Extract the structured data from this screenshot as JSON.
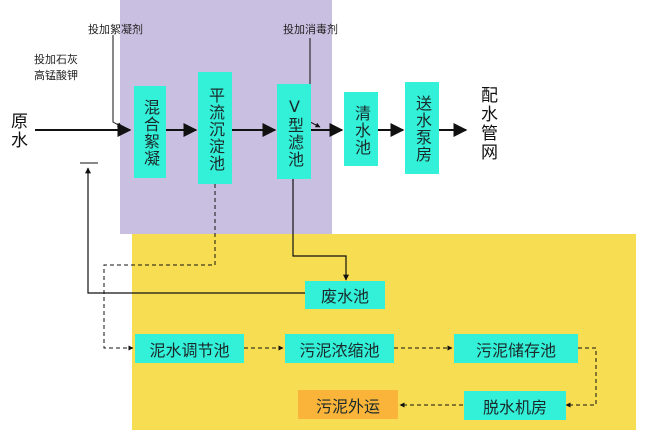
{
  "colors": {
    "purple_region": "#c9bfe0",
    "yellow_region": "#f6dd52",
    "process_box": "#33f0d8",
    "output_box": "#fbb43a"
  },
  "labels": {
    "add_coagulant": "投加絮凝剂",
    "add_lime": "投加石灰",
    "add_permanganate": "高锰酸钾",
    "add_disinfectant": "投加消毒剂",
    "raw_water": "原水",
    "distribution_network": "配水管网"
  },
  "process_boxes": {
    "mixing": "混合絮凝",
    "sedimentation": "平流沉淀池",
    "v_filter": "V型滤池",
    "clear_water": "清水池",
    "pump_house": "送水泵房",
    "waste_water": "废水池",
    "mud_regulation": "泥水调节池",
    "sludge_thickening": "污泥浓缩池",
    "sludge_storage": "污泥储存池",
    "dewatering": "脱水机房",
    "sludge_transport": "污泥外运"
  }
}
